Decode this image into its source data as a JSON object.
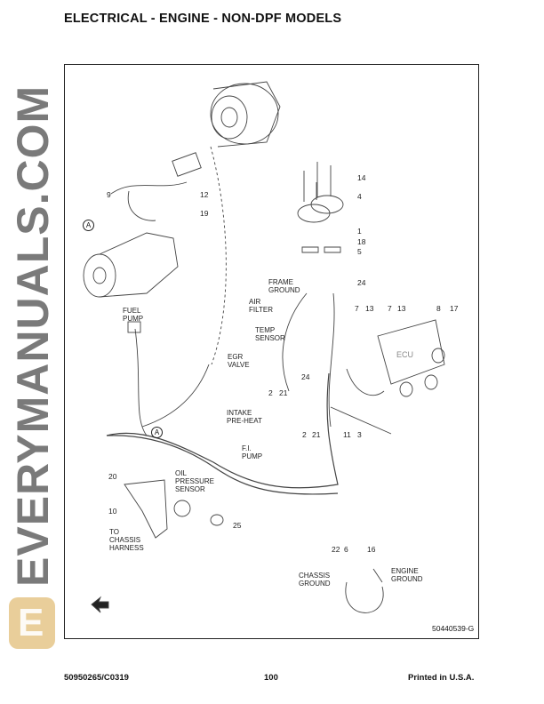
{
  "title": "ELECTRICAL - ENGINE - NON-DPF MODELS",
  "figure_id": "50440539-G",
  "footer": {
    "doc_number": "50950265/C0319",
    "page": "100",
    "printed": "Printed in U.S.A."
  },
  "watermark": "EVERYMANUALS.COM",
  "watermark_logo": "E",
  "callouts": {
    "c14": "14",
    "c4": "4",
    "c1": "1",
    "c18": "18",
    "c5": "5",
    "c9": "9",
    "c12": "12",
    "c19": "19",
    "c24a": "24",
    "c7a": "7",
    "c13a": "13",
    "c7b": "7",
    "c13b": "13",
    "c8": "8",
    "c17": "17",
    "c24b": "24",
    "c2a": "2",
    "c21a": "21",
    "c2b": "2",
    "c21b": "21",
    "c11": "11",
    "c3": "3",
    "c20": "20",
    "c10": "10",
    "c25": "25",
    "c22": "22",
    "c6": "6",
    "c16": "16"
  },
  "reference_markers": {
    "a1": "A",
    "a2": "A"
  },
  "labels": {
    "frame_ground": "FRAME\nGROUND",
    "air_filter": "AIR\nFILTER",
    "fuel_pump": "FUEL\nPUMP",
    "temp_sensor": "TEMP\nSENSOR",
    "egr_valve": "EGR\nVALVE",
    "ecu": "ECU",
    "intake_preheat": "INTAKE\nPRE-HEAT",
    "fi_pump": "F.I.\nPUMP",
    "oil_pressure_sensor": "OIL\nPRESSURE\nSENSOR",
    "to_chassis_harness": "TO\nCHASSIS\nHARNESS",
    "chassis_ground": "CHASSIS\nGROUND",
    "engine_ground": "ENGINE\nGROUND"
  }
}
